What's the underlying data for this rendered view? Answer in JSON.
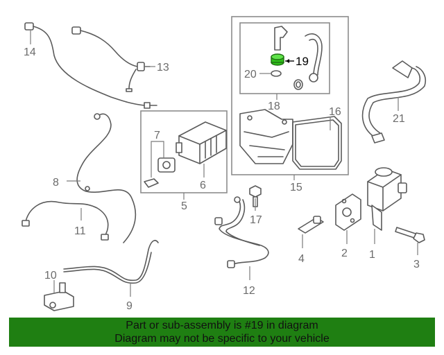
{
  "callouts": {
    "c1": "1",
    "c2": "2",
    "c3": "3",
    "c4": "4",
    "c5": "5",
    "c6": "6",
    "c7": "7",
    "c8": "8",
    "c9": "9",
    "c10": "10",
    "c11": "11",
    "c12": "12",
    "c13": "13",
    "c14": "14",
    "c15": "15",
    "c16": "16",
    "c17": "17",
    "c18": "18",
    "c19": "19",
    "c20": "20",
    "c21": "21"
  },
  "highlighted_part": "19",
  "colors": {
    "highlight": "#2fbf1a",
    "banner": "#1f7f12",
    "linework": "#5a5a5a"
  },
  "banner": {
    "line1": "Part or sub-assembly is #19 in diagram",
    "line2": "Diagram may not be specific to your vehicle"
  }
}
